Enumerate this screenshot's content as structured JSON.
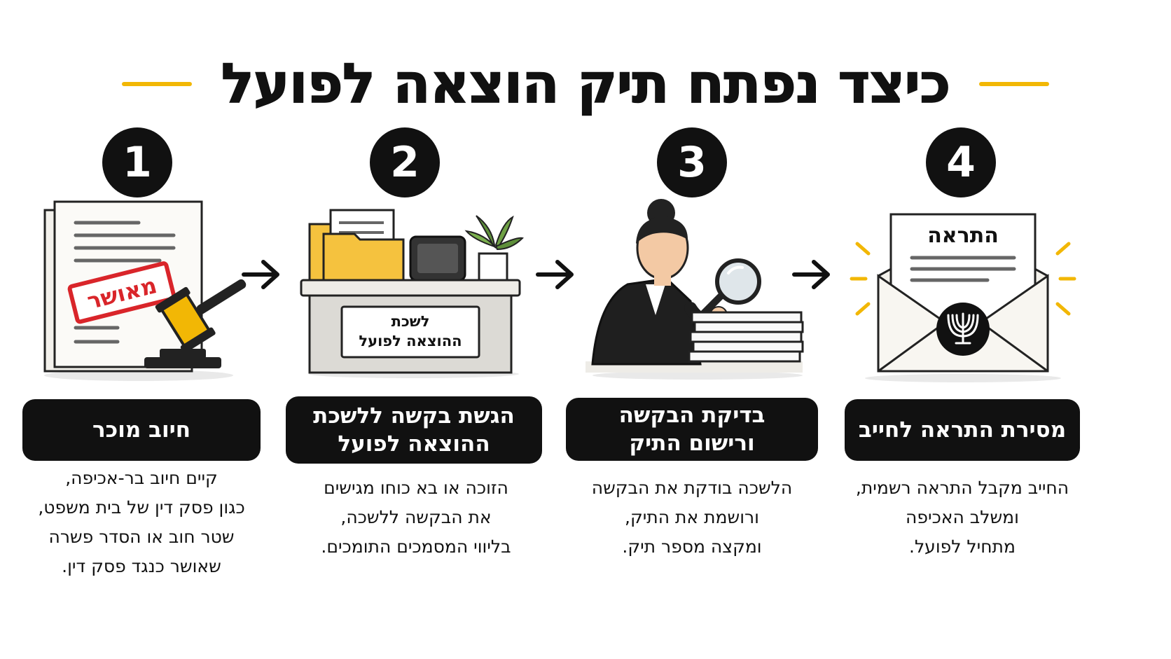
{
  "title": "כיצד נפתח תיק הוצאה לפועל",
  "colors": {
    "accent": "#F2B705",
    "dark": "#111111",
    "stamp": "#D9252A",
    "folder": "#F5C23E"
  },
  "steps": [
    {
      "number": "1",
      "illustration": "document-stamp-gavel-icon",
      "stamp_text": "מאושר",
      "label_lines": [
        "חיוב מוכר"
      ],
      "desc_lines": [
        "קיים חיוב בר-אכיפה,",
        "כגון פסק דין של בית משפט,",
        "שטר חוב או הסדר פשרה",
        "שאושר כנגד פסק דין."
      ]
    },
    {
      "number": "2",
      "illustration": "office-desk-icon",
      "desk_sign_lines": [
        "לשכת",
        "ההוצאה לפועל"
      ],
      "label_lines": [
        "הגשת בקשה ללשכת",
        "ההוצאה לפועל"
      ],
      "desc_lines": [
        "הזוכה או  בא כוחו מגישים",
        "את הבקשה ללשכה,",
        "בליווי המסמכים התומכים."
      ]
    },
    {
      "number": "3",
      "illustration": "clerk-magnifier-icon",
      "label_lines": [
        "בדיקת הבקשה",
        "ורישום התיק"
      ],
      "desc_lines": [
        "הלשכה בודקת את הבקשה",
        "ורושמת את התיק,",
        "ומקצה מספר תיק."
      ]
    },
    {
      "number": "4",
      "illustration": "envelope-notice-icon",
      "letter_title": "התראה",
      "label_lines": [
        "מסירת התראה לחייב"
      ],
      "desc_lines": [
        "החייב מקבל התראה רשמית,",
        "ומשלב האכיפה",
        "מתחיל לפועל."
      ]
    }
  ]
}
